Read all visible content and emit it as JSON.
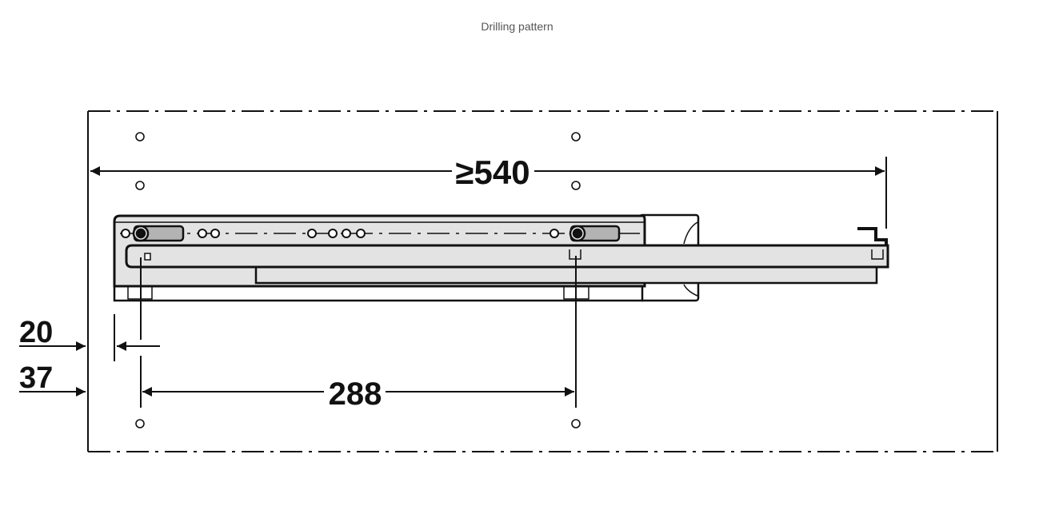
{
  "title": "Drilling pattern",
  "dimensions": {
    "overall_length": "≥540",
    "hole_spacing": "288",
    "offset_front": "20",
    "offset_row": "37"
  },
  "colors": {
    "line": "#111111",
    "rail_fill": "#e3e3e3",
    "lever_fill": "#b3b3b3",
    "title": "#555555"
  }
}
